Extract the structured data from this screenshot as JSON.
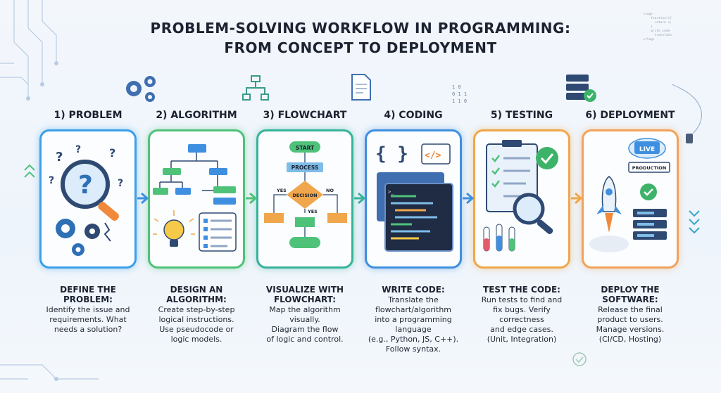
{
  "title": {
    "line1": "PROBLEM-SOLVING WORKFLOW IN PROGRAMMING:",
    "line2": "FROM CONCEPT TO DEPLOYMENT"
  },
  "steps": [
    {
      "label": "1) PROBLEM",
      "heading": "DEFINE THE\nPROBLEM:",
      "body": "Identify the issue and\nrequirements. What\nneeds a solution?",
      "color": "#3aa0e8"
    },
    {
      "label": "2) ALGORITHM",
      "heading": "DESIGN AN\nALGORITHM:",
      "body": "Create step-by-step\nlogical instructions.\nUse pseudocode or\nlogic models.",
      "color": "#4fc27a"
    },
    {
      "label": "3) FLOWCHART",
      "heading": "VISUALIZE WITH\nFLOWCHART:",
      "body": "Map the algorithm\nvisually.\nDiagram the flow\nof logic and control.",
      "color": "#37b39a"
    },
    {
      "label": "4) CODING",
      "heading": "WRITE CODE:",
      "body": "Translate the\nflowchart/algorithm\ninto a programming\nlanguage\n(e.g., Python, JS, C++).\nFollow syntax.",
      "color": "#3f8fe0"
    },
    {
      "label": "5) TESTING",
      "heading": "TEST THE CODE:",
      "body": "Run tests to find and\nfix bugs. Verify\ncorrectness\nand edge cases.\n(Unit, Integration)",
      "color": "#f0a64a"
    },
    {
      "label": "6) DEPLOYMENT",
      "heading": "DEPLOY THE\nSOFTWARE:",
      "body": "Release the final\nproduct to users.\nManage versions.\n(CI/CD, Hosting)",
      "color": "#f2a25a"
    }
  ],
  "flowchart": {
    "start": "START",
    "process": "PROCESS",
    "decision": "DECISION",
    "yes_left": "YES",
    "no_right": "NO",
    "yes_down": "YES"
  },
  "deployment": {
    "live": "LIVE",
    "production": "PRODUCTION"
  },
  "icons": {
    "problem": "magnifier-question-icon",
    "algorithm": "tree-lightbulb-icon",
    "flowchart": "flowchart-icon",
    "coding": "code-editor-icon",
    "testing": "clipboard-check-icon",
    "deployment": "rocket-server-icon"
  }
}
